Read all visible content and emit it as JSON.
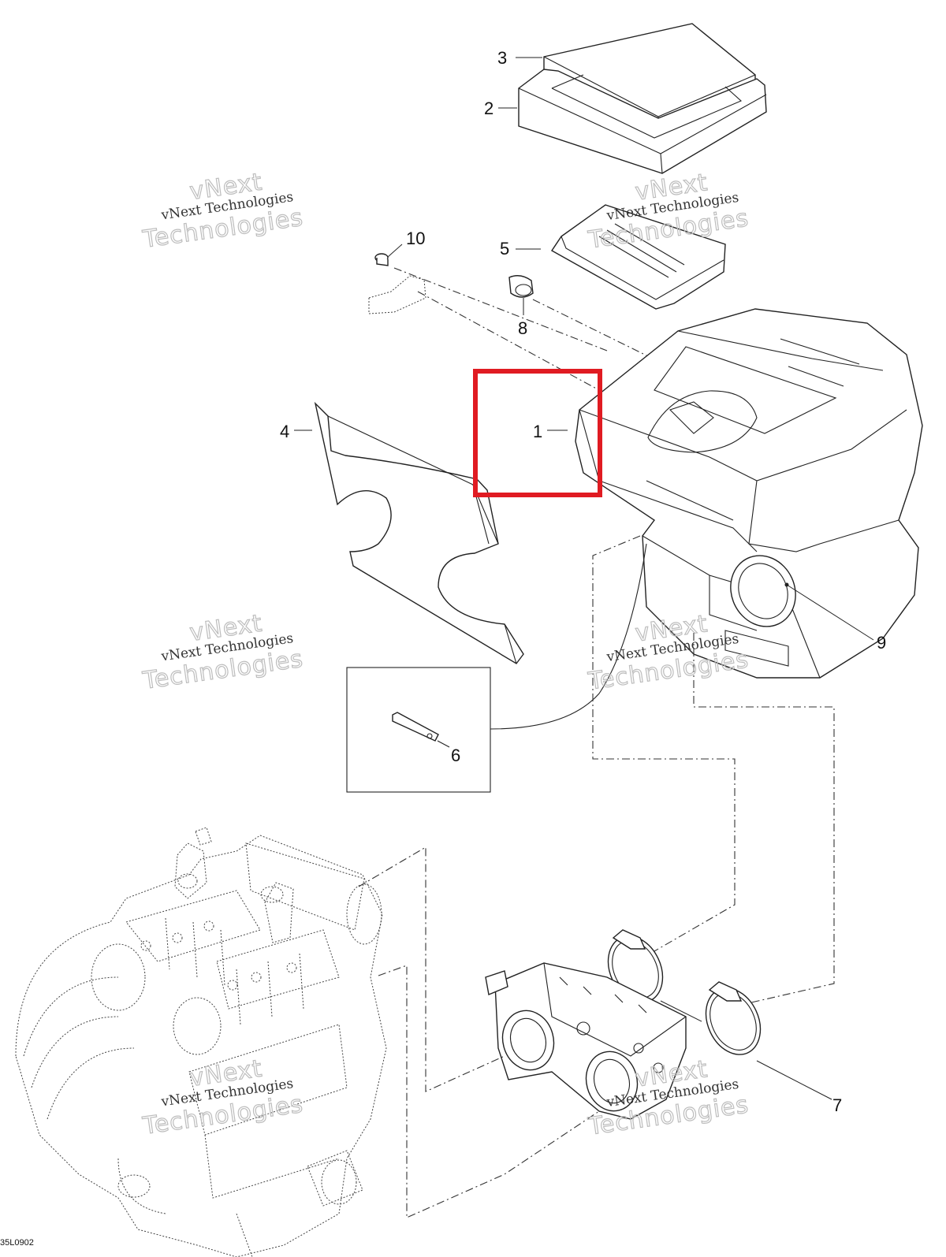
{
  "diagram": {
    "callouts": {
      "c1": "1",
      "c2": "2",
      "c3": "3",
      "c4": "4",
      "c5": "5",
      "c6": "6",
      "c7": "7",
      "c8": "8",
      "c9": "9",
      "c10": "10"
    },
    "drawing_code": "35L0902",
    "highlight_color": "#e01b22"
  },
  "watermark": {
    "line1": "vNext Technologies",
    "line2": "Technologies",
    "line3": "vNext"
  }
}
